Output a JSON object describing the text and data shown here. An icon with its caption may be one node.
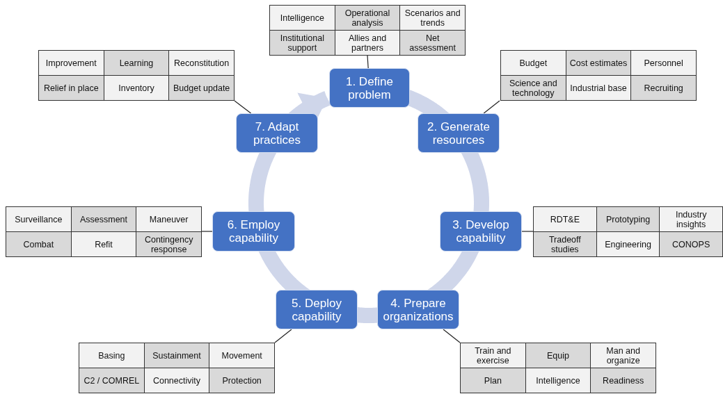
{
  "diagram": {
    "nodes": [
      {
        "text": [
          "1. Define problem"
        ]
      },
      {
        "text": [
          "2. Generate resources"
        ]
      },
      {
        "text": [
          "3. Develop capability"
        ]
      },
      {
        "text": [
          "4. Prepare organizations"
        ]
      },
      {
        "text": [
          "5. Deploy capability"
        ]
      },
      {
        "text": [
          "6. Employ capability"
        ]
      },
      {
        "text": [
          "7. Adapt practices"
        ]
      },
      {
        "text": [
          "Intelligence",
          "Operational analysis",
          "Scenarios and trends",
          "Institutional support",
          "Allies and partners",
          "Net assessment"
        ]
      },
      {
        "text": [
          "Budget",
          "Cost estimates",
          "Personnel",
          "Science and technology",
          "Industrial base",
          "Recruiting"
        ]
      },
      {
        "text": [
          "RDT&E",
          "Prototyping",
          "Industry insights",
          "Tradeoff studies",
          "Engineering",
          "CONOPS"
        ]
      },
      {
        "text": [
          "Train and exercise",
          "Equip",
          "Man and organize",
          "Plan",
          "Intelligence",
          "Readiness"
        ]
      },
      {
        "text": [
          "Basing",
          "Sustainment",
          "Movement",
          "C2 / COMREL",
          "Connectivity",
          "Protection"
        ]
      },
      {
        "text": [
          "Surveillance",
          "Assessment",
          "Maneuver",
          "Combat",
          "Refit",
          "Contingency response"
        ]
      },
      {
        "text": [
          "Improvement",
          "Learning",
          "Reconstitution",
          "Relief in place",
          "Inventory",
          "Budget update"
        ]
      }
    ],
    "edges": [
      {
        "from": 0,
        "to": 1,
        "arrow": "none",
        "style": "thick",
        "color": "#cfd6ea"
      },
      {
        "from": 1,
        "to": 2,
        "arrow": "none",
        "style": "thick",
        "color": "#cfd6ea"
      },
      {
        "from": 2,
        "to": 3,
        "arrow": "none",
        "style": "thick",
        "color": "#cfd6ea"
      },
      {
        "from": 3,
        "to": 4,
        "arrow": "none",
        "style": "thick",
        "color": "#cfd6ea"
      },
      {
        "from": 4,
        "to": 5,
        "arrow": "none",
        "style": "thick",
        "color": "#cfd6ea"
      },
      {
        "from": 5,
        "to": 6,
        "arrow": "none",
        "style": "thick",
        "color": "#cfd6ea"
      },
      {
        "from": 6,
        "to": 0,
        "arrow": "to",
        "style": "thick",
        "color": "#cfd6ea"
      },
      {
        "from": 7,
        "to": 0,
        "arrow": "none",
        "color": "#222222"
      },
      {
        "from": 8,
        "to": 1,
        "arrow": "none",
        "color": "#222222"
      },
      {
        "from": 9,
        "to": 2,
        "arrow": "none",
        "color": "#222222"
      },
      {
        "from": 10,
        "to": 3,
        "arrow": "none",
        "color": "#222222"
      },
      {
        "from": 11,
        "to": 4,
        "arrow": "none",
        "color": "#222222"
      },
      {
        "from": 12,
        "to": 5,
        "arrow": "none",
        "color": "#222222"
      },
      {
        "from": 13,
        "to": 6,
        "arrow": "none",
        "color": "#222222"
      }
    ]
  }
}
